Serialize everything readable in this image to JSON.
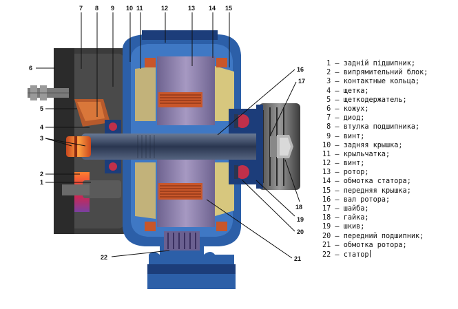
{
  "legend": [
    {
      "num": "1",
      "text": "задній підшипник;"
    },
    {
      "num": "2",
      "text": "випрямительний блок;"
    },
    {
      "num": "3",
      "text": "контактные кольца;"
    },
    {
      "num": "4",
      "text": "щетка;"
    },
    {
      "num": "5",
      "text": "щеткодержатель;"
    },
    {
      "num": "6",
      "text": "кожух;"
    },
    {
      "num": "7",
      "text": "диод;"
    },
    {
      "num": "8",
      "text": "втулка подшипника;"
    },
    {
      "num": "9",
      "text": "винт;"
    },
    {
      "num": "10",
      "text": "задняя крышка;"
    },
    {
      "num": "11",
      "text": "крыльчатка;"
    },
    {
      "num": "12",
      "text": "винт;"
    },
    {
      "num": "13",
      "text": "ротор;"
    },
    {
      "num": "14",
      "text": "обмотка статора;"
    },
    {
      "num": "15",
      "text": "передняя крышка;"
    },
    {
      "num": "16",
      "text": "вал ротора;"
    },
    {
      "num": "17",
      "text": "шайба;"
    },
    {
      "num": "18",
      "text": "гайка;"
    },
    {
      "num": "19",
      "text": "шкив;"
    },
    {
      "num": "20",
      "text": "передний подшипник;"
    },
    {
      "num": "21",
      "text": "обмотка ротора;"
    },
    {
      "num": "22",
      "text": "статор"
    }
  ],
  "dash": "–",
  "callouts": [
    "1",
    "2",
    "3",
    "4",
    "5",
    "6",
    "7",
    "8",
    "9",
    "10",
    "11",
    "12",
    "13",
    "14",
    "15",
    "16",
    "17",
    "18",
    "19",
    "20",
    "21",
    "22"
  ],
  "colors": {
    "housing_blue": "#2c5fa8",
    "housing_dark": "#1c3d7a",
    "rotor_purple": "#8a7ca6",
    "winding_orange": "#c8562a",
    "shaft": "#3a4a66",
    "bearing_red": "#c0304a",
    "cover_gray": "#3b3b3b",
    "brush_orange": "#e07030"
  }
}
